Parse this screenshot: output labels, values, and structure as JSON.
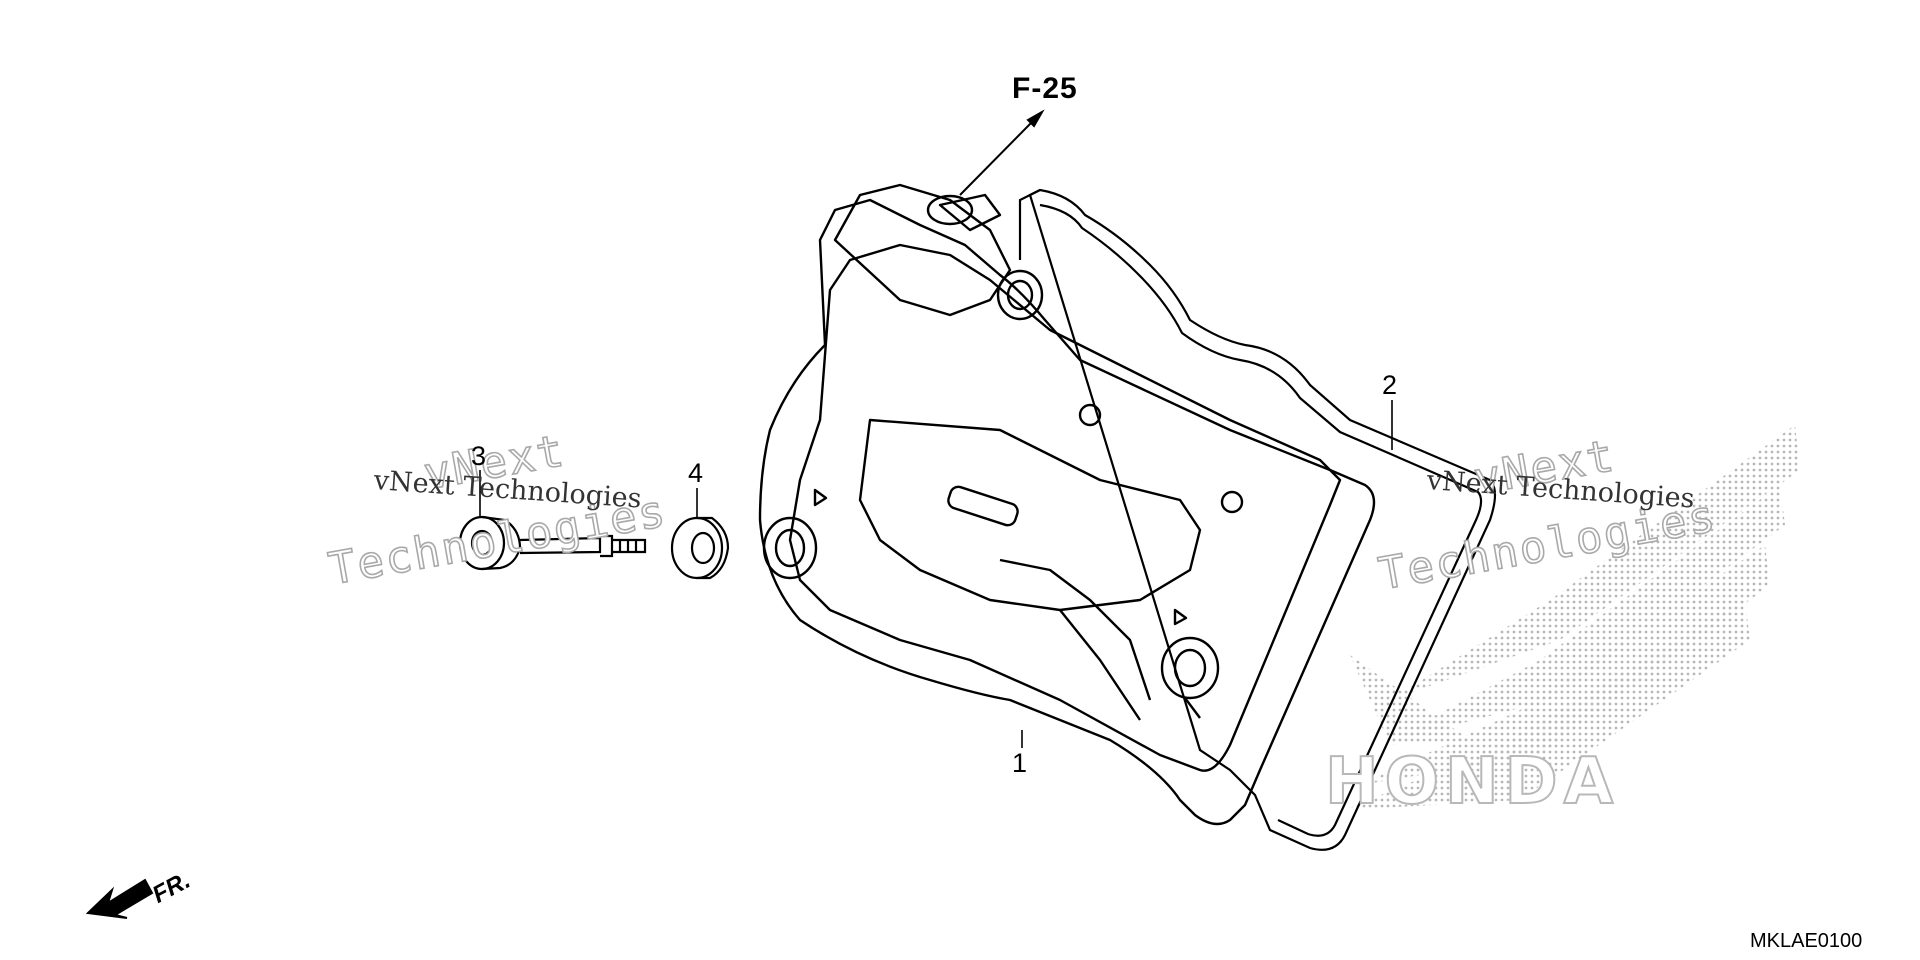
{
  "diagram": {
    "reference_label": "F-25",
    "front_label": "FR.",
    "diagram_code": "MKLAE0100",
    "callouts": [
      "1",
      "2",
      "3",
      "4"
    ],
    "watermark": {
      "line_a": "vNext",
      "line_b": "Technologies",
      "plain": "vNext Technologies"
    },
    "brand_text": "HONDA",
    "colors": {
      "line": "#000000",
      "watermark_outline": "#a9a9a9",
      "halftone": "#b8b8b8"
    }
  }
}
